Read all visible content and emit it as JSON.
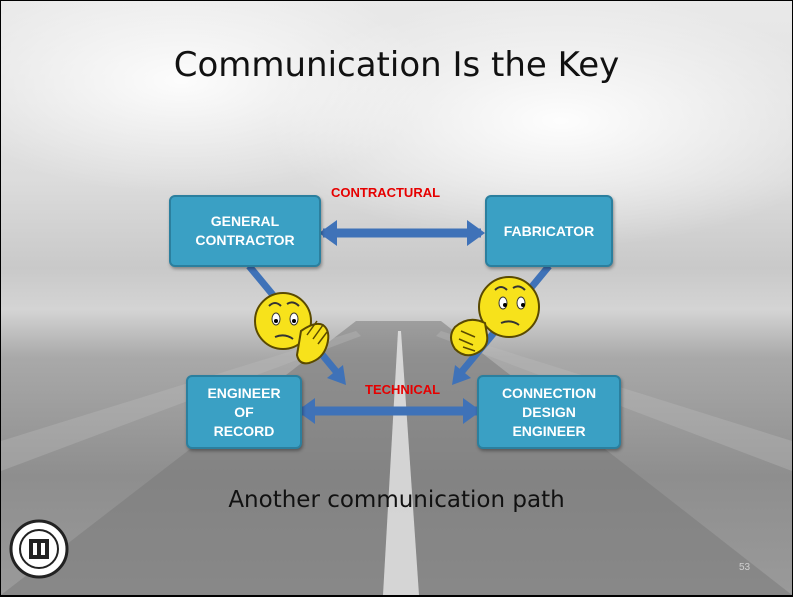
{
  "title": "Communication Is the Key",
  "boxes": {
    "general_contractor": "GENERAL\nCONTRACTOR",
    "fabricator": "FABRICATOR",
    "engineer_of_record": "ENGINEER\nOF\nRECORD",
    "connection_design_engineer": "CONNECTION\nDESIGN\nENGINEER"
  },
  "labels": {
    "contractual": "CONTRACTURAL",
    "technical": "TECHNICAL"
  },
  "subtitle": "Another communication path",
  "page_number": "53",
  "colors": {
    "box_fill": "#3aa0c4",
    "box_border": "#2b7f9e",
    "arrow": "#3f72b8",
    "label_red": "#e60000",
    "emoji_yellow": "#f7e21b"
  },
  "icons": [
    "thinking-face-icon",
    "thinking-face-icon",
    "aisc-seal-icon"
  ]
}
